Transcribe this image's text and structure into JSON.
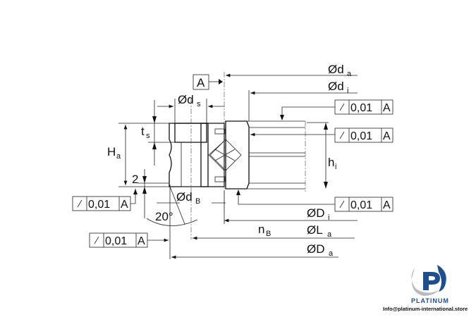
{
  "datum": {
    "label": "A"
  },
  "dimensions": {
    "da": {
      "sym": "Ød",
      "sub": "a"
    },
    "di": {
      "sym": "Ød",
      "sub": "i"
    },
    "ds": {
      "sym": "Ød",
      "sub": "s"
    },
    "dB": {
      "sym": "Ød",
      "sub": "B"
    },
    "Di": {
      "sym": "ØD",
      "sub": "i"
    },
    "La": {
      "sym": "ØL",
      "sub": "a"
    },
    "Da": {
      "sym": "ØD",
      "sub": "a"
    },
    "Ha": {
      "sym": "H",
      "sub": "a"
    },
    "hi": {
      "sym": "h",
      "sub": "i"
    },
    "ts": {
      "sym": "t",
      "sub": "s"
    },
    "nB": {
      "sym": "n",
      "sub": "B"
    },
    "two": "2",
    "angle": "20°"
  },
  "tolerances": [
    {
      "value": "0,01",
      "datum": "A"
    },
    {
      "value": "0,01",
      "datum": "A"
    },
    {
      "value": "0,01",
      "datum": "A"
    },
    {
      "value": "0,01",
      "datum": "A"
    },
    {
      "value": "0,01",
      "datum": "A"
    }
  ],
  "logo": {
    "name": "PLATINUM",
    "email": "Info@platinum-international.store",
    "colors": {
      "blue": "#1f4e8c",
      "gray": "#b8bcc2"
    }
  }
}
